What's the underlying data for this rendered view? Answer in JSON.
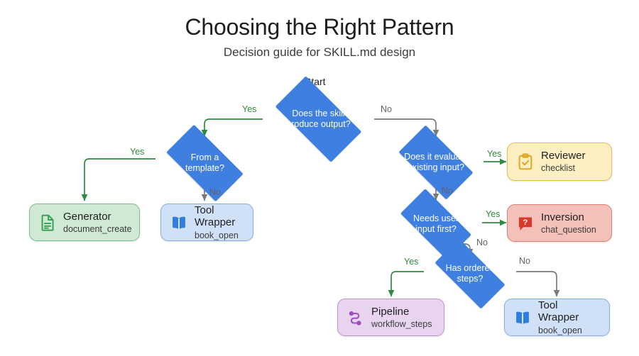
{
  "header": {
    "title": "Choosing the Right Pattern",
    "subtitle": "Decision guide for SKILL.md design"
  },
  "start_label": "Start",
  "colors": {
    "decision_fill": "#3f7fe0",
    "yes_edge": "#2e8b3d",
    "no_edge": "#7a7a7a",
    "green_card": "#cfe9d4",
    "blue_card": "#cfe0f7",
    "yellow_card": "#fcf0c2",
    "red_card": "#f3c0ba",
    "purple_card": "#e8d4ef"
  },
  "decisions": [
    {
      "id": "produce-output",
      "text": "Does the skill\nproduce output?"
    },
    {
      "id": "from-template",
      "text": "From a\ntemplate?"
    },
    {
      "id": "evaluate-input",
      "text": "Does it evaluate\nexisting input?"
    },
    {
      "id": "needs-user-input",
      "text": "Needs user\ninput first?"
    },
    {
      "id": "ordered-steps",
      "text": "Has ordered\nsteps?"
    }
  ],
  "outcomes": [
    {
      "id": "generator",
      "name": "Generator",
      "tool": "document_create",
      "icon": "document-icon",
      "theme": "green"
    },
    {
      "id": "tool-wrapper-left",
      "name": "Tool Wrapper",
      "tool": "book_open",
      "icon": "book-open-icon",
      "theme": "blue"
    },
    {
      "id": "reviewer",
      "name": "Reviewer",
      "tool": "checklist",
      "icon": "clipboard-check-icon",
      "theme": "yellow"
    },
    {
      "id": "inversion",
      "name": "Inversion",
      "tool": "chat_question",
      "icon": "chat-question-icon",
      "theme": "red"
    },
    {
      "id": "pipeline",
      "name": "Pipeline",
      "tool": "workflow_steps",
      "icon": "workflow-icon",
      "theme": "purple"
    },
    {
      "id": "tool-wrapper-right",
      "name": "Tool Wrapper",
      "tool": "book_open",
      "icon": "book-open-icon",
      "theme": "blue"
    }
  ],
  "edge_labels": {
    "produce_output_yes": "Yes",
    "produce_output_no": "No",
    "from_template_yes": "Yes",
    "from_template_no": "No",
    "evaluate_input_yes": "Yes",
    "evaluate_input_no": "No",
    "needs_user_input_yes": "Yes",
    "needs_user_input_no": "No",
    "ordered_steps_yes": "Yes",
    "ordered_steps_no": "No"
  }
}
